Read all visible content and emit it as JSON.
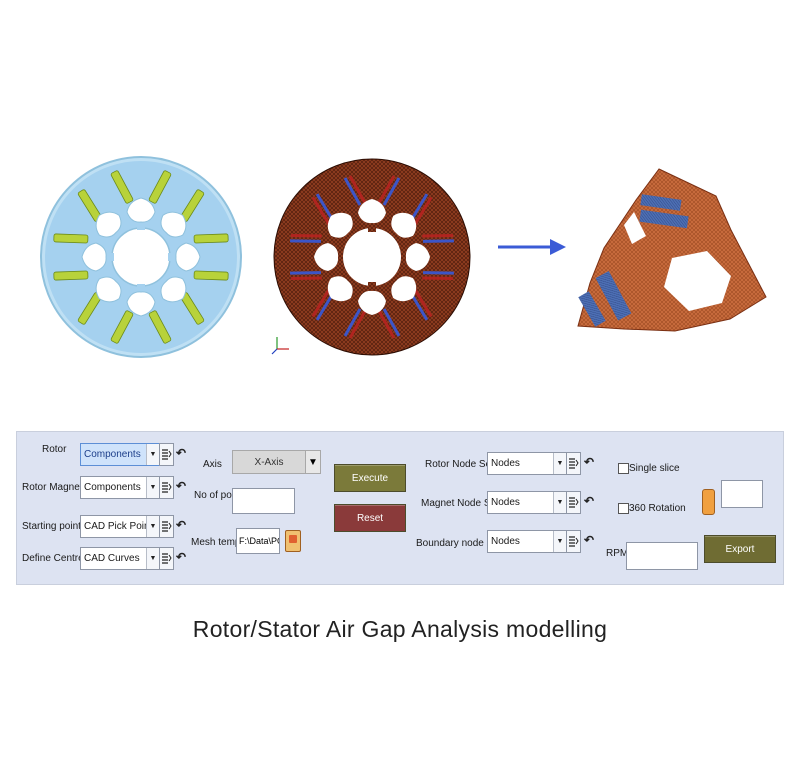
{
  "caption": "Rotor/Stator Air Gap Analysis modelling",
  "colors": {
    "panel": "#dde3f2",
    "execute": "#7b7a3a",
    "reset": "#8a3a3a",
    "export": "#6f6c33",
    "arrow": "#3b5bd6"
  },
  "form": {
    "rotor": {
      "label": "Rotor",
      "value": "Components"
    },
    "rotor_magnet": {
      "label": "Rotor Magnet",
      "value": "Components"
    },
    "starting_point": {
      "label": "Starting point",
      "value": "CAD Pick Points"
    },
    "define_centre": {
      "label": "Define Centre",
      "value": "CAD Curves"
    },
    "axis": {
      "label": "Axis",
      "value": "X-Axis"
    },
    "no_of_poles": {
      "label": "No of poles",
      "value": ""
    },
    "mesh_template": {
      "label": "Mesh template",
      "value": "F:\\Data\\POC"
    },
    "execute_label": "Execute",
    "reset_label": "Reset",
    "rotor_node_sets": {
      "label": "Rotor Node Sets",
      "value": "Nodes"
    },
    "magnet_node_sets": {
      "label": "Magnet Node Sets",
      "value": "Nodes"
    },
    "boundary_node_sets": {
      "label": "Boundary node sets",
      "value": "Nodes"
    },
    "single_slice_label": "Single slice",
    "rotation_360_label": "360 Rotation",
    "rpm": {
      "label": "RPM",
      "value": ""
    },
    "export_label": "Export",
    "export_value": ""
  },
  "icons": [
    "list-select-icon",
    "undo-icon",
    "file-browse-icon",
    "dropdown-arrow-icon",
    "axis-triad-icon",
    "flow-arrow-icon"
  ]
}
